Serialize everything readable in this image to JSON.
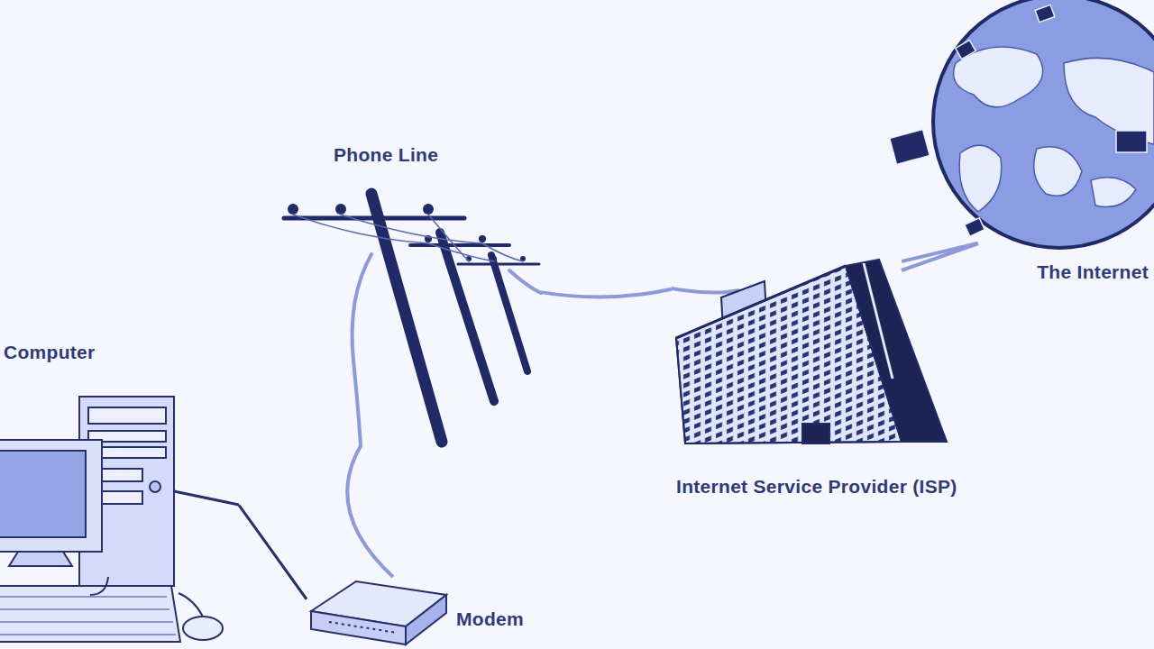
{
  "diagram": {
    "nodes": [
      {
        "text": [
          "Computer"
        ]
      },
      {
        "text": [
          "Modem"
        ]
      },
      {
        "text": [
          "Phone Line"
        ]
      },
      {
        "text": [
          "Internet Service Provider (ISP)"
        ]
      },
      {
        "text": [
          "The Internet"
        ]
      }
    ],
    "edges": [
      {
        "from": 0,
        "to": 1,
        "arrow": "none"
      },
      {
        "from": 1,
        "to": 2,
        "arrow": "none"
      },
      {
        "from": 2,
        "to": 3,
        "arrow": "none"
      },
      {
        "from": 3,
        "to": 4,
        "arrow": "none"
      }
    ]
  }
}
